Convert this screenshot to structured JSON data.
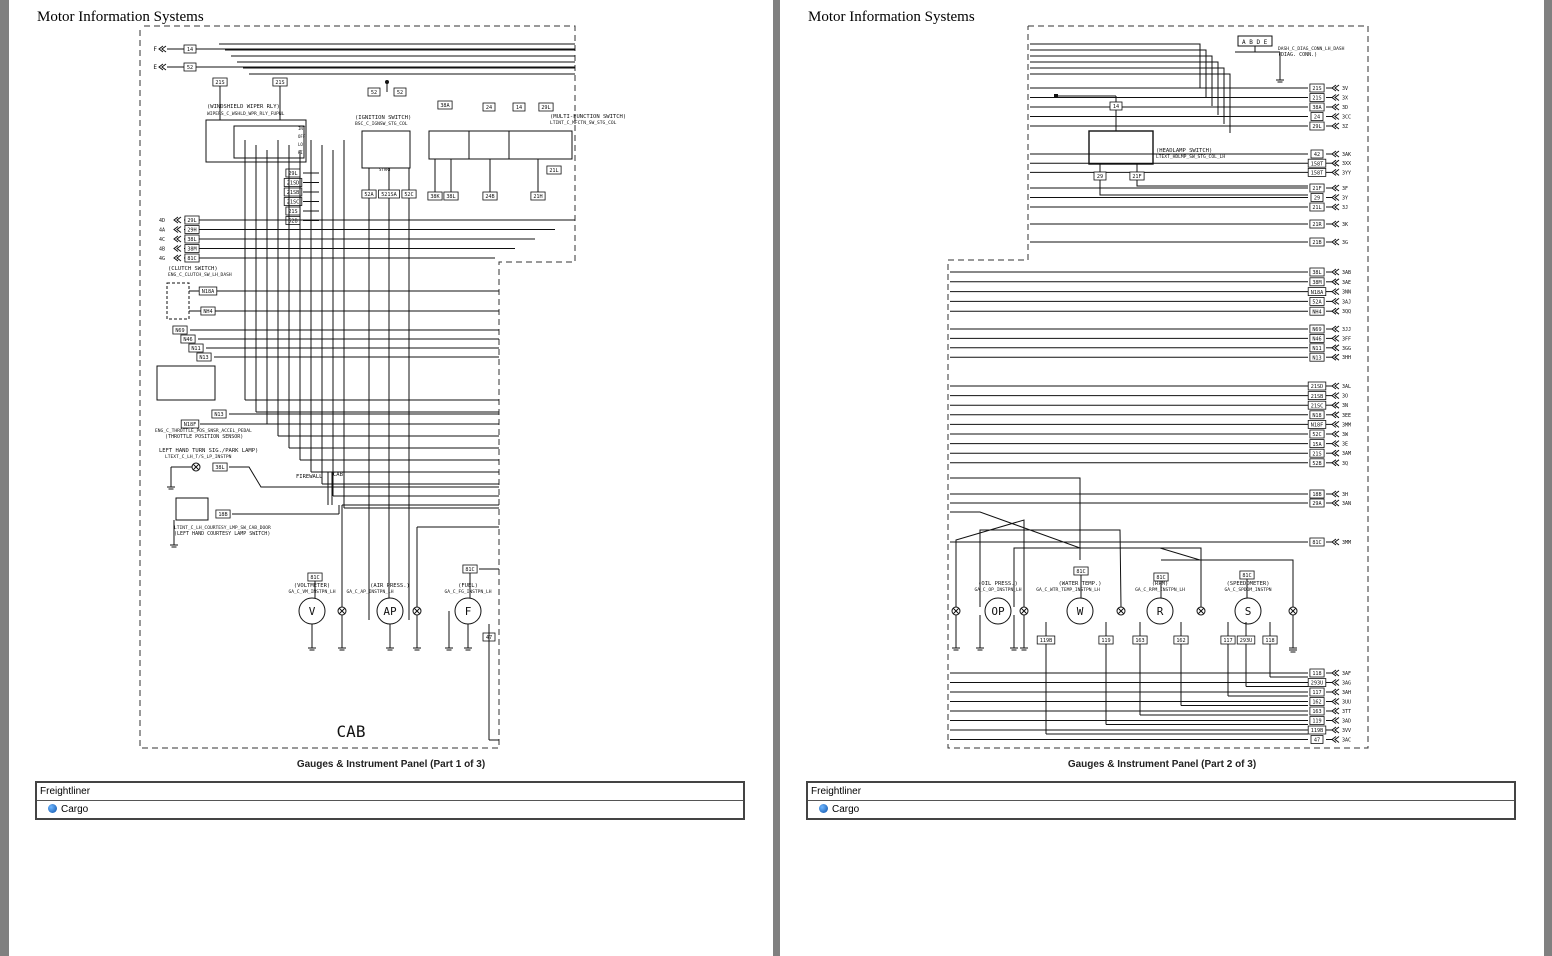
{
  "pages": [
    {
      "header": "Motor Information Systems",
      "caption": "Gauges & Instrument Panel (Part 1 of 3)",
      "make": "Freightliner",
      "model": "Cargo",
      "zone_label": "CAB",
      "labels": {
        "wiper_title": "(WINDSHIELD WIPER RLY)",
        "wiper_code": "WIPERS_C_WSHLD_WPR_RLY_FUPNL",
        "ign_title": "(IGNITION SWITCH)",
        "ign_code": "BSC_C_IGNSW_STG_COL",
        "mfs_title": "(MULTI-FUNCTION SWITCH)",
        "mfs_code": "LTINT_C_MFCTN_SW_STG_COL",
        "clutch_title": "(CLUTCH SWITCH)",
        "clutch_code": "ENG_C_CLUTCH_SW_LH_DASH",
        "throttle_code": "ENG_C_THROTTLE_POS_SNSR_ACCEL_PEDAL",
        "throttle_title": "(THROTTLE POSITION SENSOR)",
        "turn_title": "LEFT HAND TURN SIG./PARK LAMP)",
        "turn_code": "LTEXT_C_LH_T/S_LP_INSTPN",
        "firewall": "FIREWALL",
        "cab_small": "CAB",
        "courtesy_code": "LTINT_C_LH_COURTESY_LMP_SW_CAB_DOOR",
        "courtesy_title": "(LEFT HAND COURTESY LAMP SWITCH)",
        "volt_title": "(VOLTMETER)",
        "volt_code": "GA_C_VM_INSTPN_LH",
        "air_title": "(AIR PRESS.)",
        "air_code": "GA_C_AP_INSTPN_LH",
        "fuel_title": "(FUEL)",
        "fuel_code": "GA_C_FG_INSTPN_LH"
      },
      "gauges": [
        "V",
        "AP",
        "F"
      ],
      "left_pins": [
        "4D",
        "4A",
        "4C",
        "4B",
        "4G"
      ],
      "wires": [
        "14",
        "52",
        "21S",
        "21S",
        "52",
        "52",
        "38A",
        "24",
        "14",
        "29L",
        "21SD",
        "21SB",
        "21SC",
        "21S",
        "52B",
        "52A",
        "521SA",
        "52C",
        "38K",
        "38L",
        "24B",
        "21H",
        "21L",
        "29L",
        "29H",
        "38L",
        "38M",
        "81C",
        "N18A",
        "NH4",
        "N69",
        "N46",
        "N11",
        "N13",
        "N13",
        "N18F",
        "38L",
        "18B",
        "81C",
        "81C",
        "47"
      ]
    },
    {
      "header": "Motor Information Systems",
      "caption": "Gauges & Instrument Panel (Part 2 of 3)",
      "make": "Freightliner",
      "model": "Cargo",
      "labels": {
        "diag_code": "DASH_C_DIAG_CONN_LH_DASH",
        "diag_title": "(DIAG. CONN.)",
        "diag_pins": "A B D E",
        "hl_title": "(HEADLAMP SWITCH)",
        "hl_code": "LTEXT_HDLMP_SW_STG_COL_LH",
        "op_title": "(OIL PRESS.)",
        "op_code": "GA_C_OP_INSTPN_LH",
        "w_title": "(WATER TEMP.)",
        "w_code": "GA_C_WTR_TEMP_INSTPN_LH",
        "r_title": "(RPM)",
        "r_code": "GA_C_RPM_INSTPN_LH",
        "s_title": "(SPEEDOMETER)",
        "s_code": "GA_C_SPDOM_INSTPN"
      },
      "gauges": [
        "OP",
        "W",
        "R",
        "S"
      ],
      "right_rows": [
        [
          "21S",
          "3V"
        ],
        [
          "21S",
          "3X"
        ],
        [
          "38A",
          "3D"
        ],
        [
          "24",
          "3CC"
        ],
        [
          "29L",
          "3Z"
        ],
        [
          "42",
          "3AK"
        ],
        [
          "158T",
          "3XX"
        ],
        [
          "158T",
          "3YY"
        ],
        [
          "21F",
          "3F"
        ],
        [
          "29",
          "3Y"
        ],
        [
          "21L",
          "3J"
        ],
        [
          "21R",
          "3K"
        ],
        [
          "21B",
          "3G"
        ],
        [
          "38L",
          "3AB"
        ],
        [
          "38M",
          "3AE"
        ],
        [
          "N18A",
          "3NN"
        ],
        [
          "52A",
          "3AJ"
        ],
        [
          "NH4",
          "3QQ"
        ],
        [
          "N69",
          "3JJ"
        ],
        [
          "N46",
          "3FF"
        ],
        [
          "N11",
          "3GG"
        ],
        [
          "N13",
          "3HH"
        ],
        [
          "21SD",
          "3AL"
        ],
        [
          "21SB",
          "3O"
        ],
        [
          "21SC",
          "3N"
        ],
        [
          "N18",
          "3EE"
        ],
        [
          "N18F",
          "3MM"
        ],
        [
          "52C",
          "3W"
        ],
        [
          "15A",
          "3E"
        ],
        [
          "21S",
          "3AM"
        ],
        [
          "52B",
          "3Q"
        ],
        [
          "18B",
          "3H"
        ],
        [
          "29A",
          "3AN"
        ],
        [
          "81C",
          "3MM"
        ],
        [
          "118",
          "3AF"
        ],
        [
          "293U",
          "3AG"
        ],
        [
          "117",
          "3AH"
        ],
        [
          "162",
          "3UU"
        ],
        [
          "163",
          "3TT"
        ],
        [
          "119",
          "3AD"
        ],
        [
          "119B",
          "3VV"
        ],
        [
          "47",
          "3AC"
        ]
      ],
      "bottom_wires": [
        "119B",
        "119",
        "163",
        "162",
        "117",
        "293U",
        "118"
      ],
      "hl_wires": [
        "14",
        "29",
        "21F"
      ],
      "wires": [
        "81C",
        "81C",
        "81C"
      ]
    }
  ]
}
